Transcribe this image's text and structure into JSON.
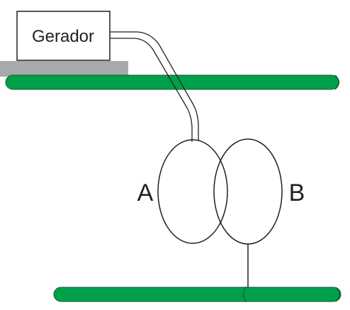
{
  "generator": {
    "label": "Gerador"
  },
  "loops": {
    "a_label": "A",
    "b_label": "B"
  },
  "colors": {
    "pipe": "#00a04a",
    "pipe_outline": "#0e5a2c",
    "base": "#a7a9ac",
    "line": "#231f20",
    "background": "#ffffff"
  }
}
